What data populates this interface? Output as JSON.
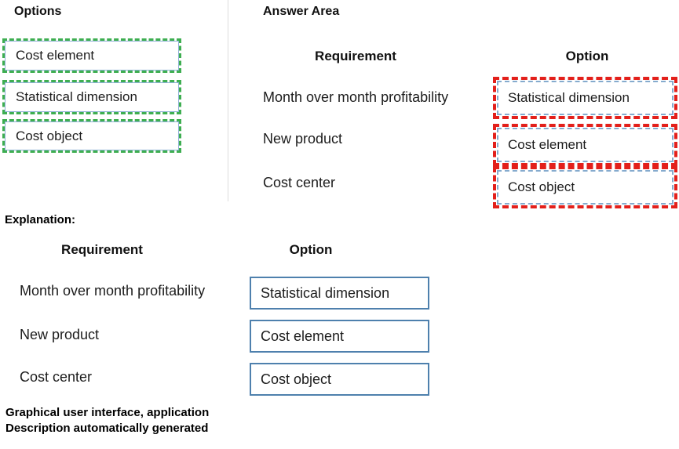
{
  "options_panel": {
    "title": "Options",
    "items": [
      {
        "label": "Cost element"
      },
      {
        "label": "Statistical dimension"
      },
      {
        "label": "Cost object"
      }
    ]
  },
  "answer_area": {
    "title": "Answer Area",
    "columns": {
      "requirement": "Requirement",
      "option": "Option"
    },
    "rows": [
      {
        "requirement": "Month over month profitability",
        "option": "Statistical dimension"
      },
      {
        "requirement": "New product",
        "option": "Cost element"
      },
      {
        "requirement": "Cost center",
        "option": "Cost object"
      }
    ]
  },
  "explanation": {
    "label": "Explanation:",
    "columns": {
      "requirement": "Requirement",
      "option": "Option"
    },
    "rows": [
      {
        "requirement": "Month over month profitability",
        "option": "Statistical dimension"
      },
      {
        "requirement": "New product",
        "option": "Cost element"
      },
      {
        "requirement": "Cost center",
        "option": "Cost object"
      }
    ]
  },
  "caption": {
    "line1": "Graphical user interface, application",
    "line2": "Description automatically generated"
  },
  "colors": {
    "option_dashed_green": "#3eae51",
    "option_inner_blue": "#8fb2d6",
    "answer_dashed_red": "#e3201b",
    "answer_dashed_blue": "#85abce",
    "explanation_box_blue": "#4e80ad",
    "divider_gray": "#dcdcdc",
    "text": "#1c1c1c"
  }
}
